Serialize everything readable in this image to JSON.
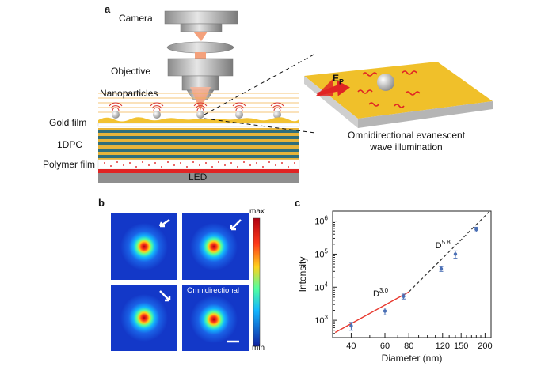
{
  "panel_a": {
    "letter": "a",
    "camera": "Camera",
    "objective": "Objective",
    "nanoparticles": "Nanoparticles",
    "gold_film": "Gold film",
    "dpc": "1DPC",
    "polymer_film": "Polymer film",
    "led": "LED",
    "ep_label": "E",
    "ep_sub": "P",
    "inset_caption_line1": "Omnidirectional evanescent",
    "inset_caption_line2": "wave illumination"
  },
  "panel_b": {
    "letter": "b",
    "colorbar_max": "max",
    "colorbar_min": "min",
    "omni_label": "Omnidirectional",
    "colors": {
      "background": "#1338c8",
      "core": "#c8001a"
    }
  },
  "panel_c": {
    "letter": "c",
    "chart_data": {
      "type": "scatter",
      "xlabel": "Diameter (nm)",
      "ylabel": "Intensity",
      "x_scale": "log",
      "y_scale": "log",
      "xlim": [
        32,
        215
      ],
      "ylim": [
        300,
        2000000
      ],
      "x_ticks": [
        40,
        60,
        80,
        100,
        120,
        140,
        160,
        180,
        200
      ],
      "x_tick_labels": [
        "40",
        "",
        "60",
        "",
        "80",
        "",
        "120",
        "",
        "150",
        "",
        "200"
      ],
      "y_ticks": [
        1000,
        10000,
        100000,
        1000000
      ],
      "points": [
        {
          "x": 40,
          "y": 680,
          "err": 180
        },
        {
          "x": 60,
          "y": 1900,
          "err": 450
        },
        {
          "x": 75,
          "y": 5300,
          "err": 900
        },
        {
          "x": 118,
          "y": 36000,
          "err": 6000
        },
        {
          "x": 140,
          "y": 100000,
          "err": 25000
        },
        {
          "x": 180,
          "y": 560000,
          "err": 90000
        }
      ],
      "fit_low": {
        "label": "D",
        "exponent": "3.0",
        "x": [
          33,
          80
        ],
        "y": [
          430,
          7200
        ],
        "color": "#e8392f"
      },
      "fit_high": {
        "label": "D",
        "exponent": "5.8",
        "x": [
          80,
          210
        ],
        "y": [
          7200,
          1900000
        ],
        "color": "#333333"
      },
      "colors": {
        "points": "#4a6fb5"
      }
    }
  }
}
